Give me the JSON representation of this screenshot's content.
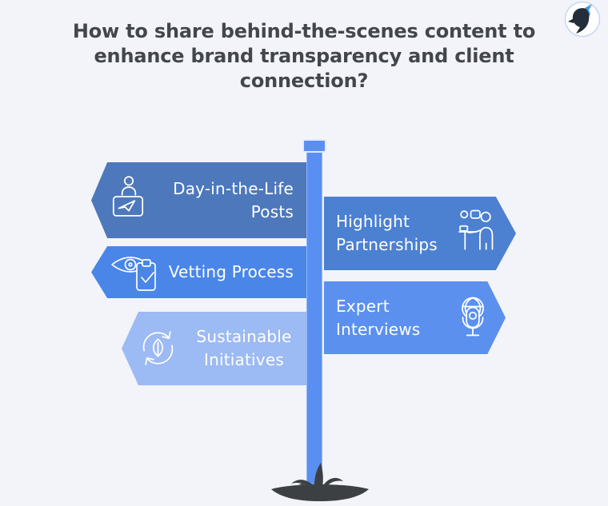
{
  "background": "#f2f4f9",
  "title": {
    "text": "How to share behind-the-scenes content to enhance brand transparency and client connection?",
    "lines": [
      "How to share behind-the-scenes content to",
      "enhance brand transparency and client",
      "connection?"
    ],
    "color": "#43474c"
  },
  "logo": {
    "icon": "bird-logo-icon",
    "ring_color": "#c7d7f2",
    "bird_color": "#232e3a",
    "accent_color": "#3e9add"
  },
  "signpost": {
    "pole_color": "#5a8ff2",
    "cap_border_color": "#e2ebfc",
    "ground_color": "#3d4042",
    "label_color": "#ffffff",
    "left_signs": [
      {
        "label": "Day-in-the-Life Posts",
        "lines": [
          "Day-in-the-Life",
          "Posts"
        ],
        "icon": "travel-agent-desk-icon",
        "color": "#4d78bc"
      },
      {
        "label": "Vetting Process",
        "lines": [
          "Vetting Process"
        ],
        "icon": "eye-clipboard-check-icon",
        "color": "#4a86e8"
      },
      {
        "label": "Sustainable Initiatives",
        "lines": [
          "Sustainable",
          "Initiatives"
        ],
        "icon": "leaf-recycle-icon",
        "color": "#9cbaf3"
      }
    ],
    "right_signs": [
      {
        "label": "Highlight Partnerships",
        "lines": [
          "Highlight",
          "Partnerships"
        ],
        "icon": "partnership-presentation-icon",
        "color": "#4c80d1"
      },
      {
        "label": "Expert Interviews",
        "lines": [
          "Expert",
          "Interviews"
        ],
        "icon": "microphone-globe-icon",
        "color": "#5b90ee"
      }
    ]
  }
}
